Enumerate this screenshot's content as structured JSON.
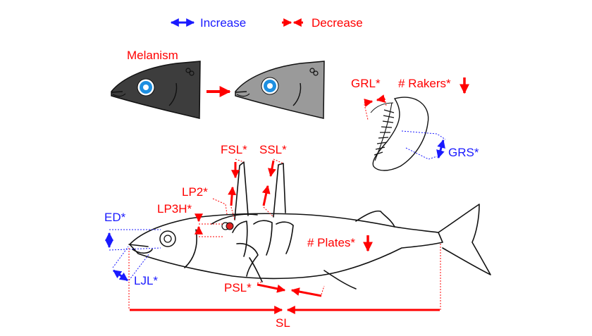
{
  "legend": {
    "increase_label": "Increase",
    "decrease_label": "Decrease"
  },
  "labels": {
    "melanism": "Melanism",
    "grl": "GRL*",
    "rakers": "# Rakers*",
    "grs": "GRS*",
    "fsl": "FSL*",
    "ssl": "SSL*",
    "lp2": "LP2*",
    "lp3h": "LP3H*",
    "ed": "ED*",
    "ljl": "LJL*",
    "plates": "# Plates*",
    "psl": "PSL*",
    "sl": "SL"
  },
  "colors": {
    "increase": "#1a1aff",
    "decrease": "#ff0000",
    "dark_fish": "#3d3d3d",
    "light_fish": "#9a9a9a",
    "eye": "#1e8fe0"
  },
  "icons": {
    "increase": "double-headed-arrow-icon",
    "decrease": "converging-arrows-icon"
  }
}
